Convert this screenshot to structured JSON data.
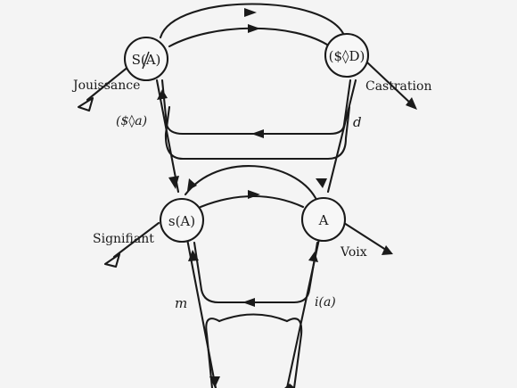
{
  "nodes": {
    "s_barred_a": "S(A)",
    "drive": "($◊D)",
    "s_of_a": "s(A)",
    "big_a": "A"
  },
  "labels": {
    "jouissance": "Jouissance",
    "castration": "Castration",
    "fantasy": "($◊a)",
    "d": "d",
    "signifiant": "Signifiant",
    "voix": "Voix",
    "m": "m",
    "i_a": "i(a)"
  }
}
